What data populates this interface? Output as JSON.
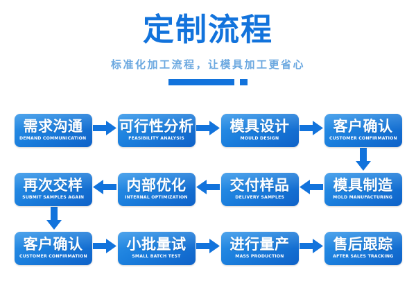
{
  "header": {
    "title": "定制流程",
    "subtitle": "标准化加工流程，让模具加工更省心"
  },
  "colors": {
    "title_blue": "#1273dc",
    "subtitle_blue": "#6ba8e0",
    "node_gradient_light": "#2e93e8",
    "node_gradient_dark": "#0f62c8",
    "arrow_blue": "#1273dc",
    "background": "#ffffff"
  },
  "flow": {
    "rows": [
      {
        "direction": "left-to-right",
        "nodes": [
          {
            "cn": "需求沟通",
            "en": "DEMAND COMMUNICATION"
          },
          {
            "cn": "可行性分析",
            "en": "FEASIBILITY ANALYSIS"
          },
          {
            "cn": "模具设计",
            "en": "MOULD DESIGN"
          },
          {
            "cn": "客户确认",
            "en": "CUSTOMER CONFIRMATION"
          }
        ]
      },
      {
        "direction": "right-to-left",
        "nodes": [
          {
            "cn": "再次交样",
            "en": "SUBMIT SAMPLES AGAIN"
          },
          {
            "cn": "内部优化",
            "en": "INTERNAL OPTIMIZATION"
          },
          {
            "cn": "交付样品",
            "en": "DELIVERY SAMPLES"
          },
          {
            "cn": "模具制造",
            "en": "MOLD MANUFACTURING"
          }
        ]
      },
      {
        "direction": "left-to-right",
        "nodes": [
          {
            "cn": "客户确认",
            "en": "CUSTOMER CONFIRMATION"
          },
          {
            "cn": "小批量试",
            "en": "SMALL BATCH TEST"
          },
          {
            "cn": "进行量产",
            "en": "MASS PRODUCTION"
          },
          {
            "cn": "售后跟踪",
            "en": "AFTER SALES TRACKING"
          }
        ]
      }
    ],
    "connectors": [
      {
        "name": "row1-to-row2-down-arrow",
        "direction": "down",
        "column": 4
      },
      {
        "name": "row2-to-row3-down-arrow",
        "direction": "down",
        "column": 1
      }
    ]
  }
}
